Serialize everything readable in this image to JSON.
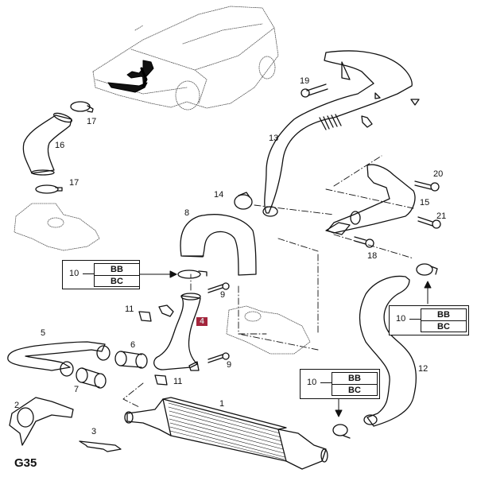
{
  "diagram": {
    "code": "G35",
    "highlight_color": "#a3253c",
    "highlighted_part": "4",
    "callouts": [
      {
        "id": "p1",
        "label": "1"
      },
      {
        "id": "p2",
        "label": "2"
      },
      {
        "id": "p3",
        "label": "3"
      },
      {
        "id": "p4",
        "label": "4"
      },
      {
        "id": "p5",
        "label": "5"
      },
      {
        "id": "p6",
        "label": "6"
      },
      {
        "id": "p7",
        "label": "7"
      },
      {
        "id": "p8",
        "label": "8"
      },
      {
        "id": "p9a",
        "label": "9"
      },
      {
        "id": "p9b",
        "label": "9"
      },
      {
        "id": "p11a",
        "label": "11"
      },
      {
        "id": "p11b",
        "label": "11"
      },
      {
        "id": "p12",
        "label": "12"
      },
      {
        "id": "p13",
        "label": "13"
      },
      {
        "id": "p14",
        "label": "14"
      },
      {
        "id": "p15",
        "label": "15"
      },
      {
        "id": "p16",
        "label": "16"
      },
      {
        "id": "p17a",
        "label": "17"
      },
      {
        "id": "p17b",
        "label": "17"
      },
      {
        "id": "p18",
        "label": "18"
      },
      {
        "id": "p19",
        "label": "19"
      },
      {
        "id": "p20",
        "label": "20"
      },
      {
        "id": "p21",
        "label": "21"
      }
    ],
    "reference_boxes": [
      {
        "part": "10",
        "codes": [
          "BB",
          "BC"
        ]
      },
      {
        "part": "10",
        "codes": [
          "BB",
          "BC"
        ]
      },
      {
        "part": "10",
        "codes": [
          "BB",
          "BC"
        ]
      }
    ]
  }
}
